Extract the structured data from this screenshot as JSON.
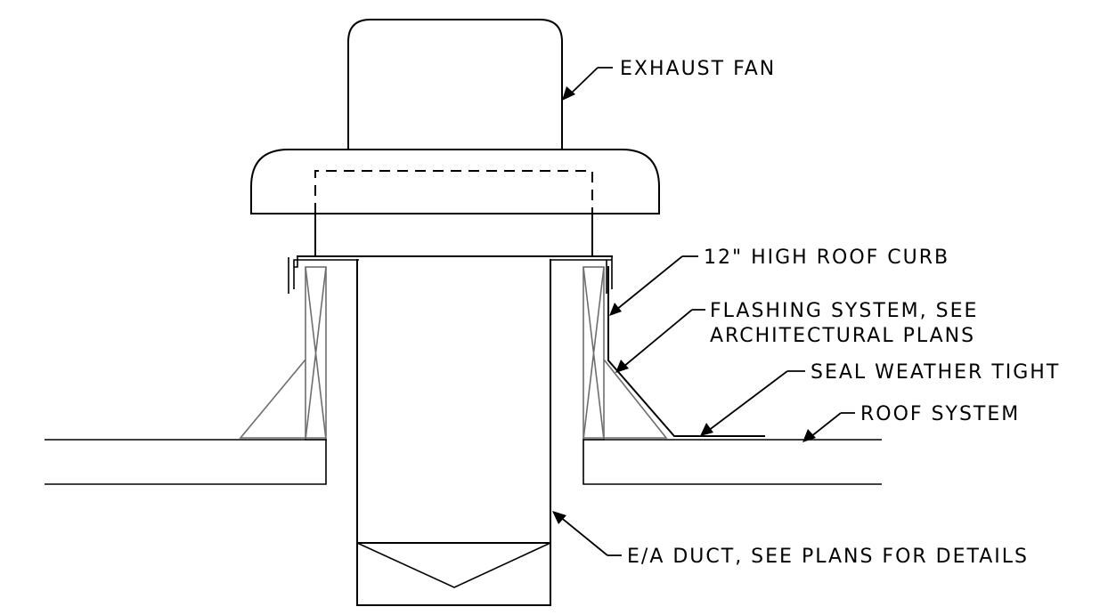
{
  "labels": {
    "exhaust_fan": "EXHAUST FAN",
    "roof_curb": "12\" HIGH ROOF CURB",
    "flashing_line1": "FLASHING SYSTEM, SEE",
    "flashing_line2": "ARCHITECTURAL PLANS",
    "seal": "SEAL WEATHER TIGHT",
    "roof_system": "ROOF SYSTEM",
    "duct": "E/A DUCT, SEE PLANS FOR DETAILS"
  }
}
